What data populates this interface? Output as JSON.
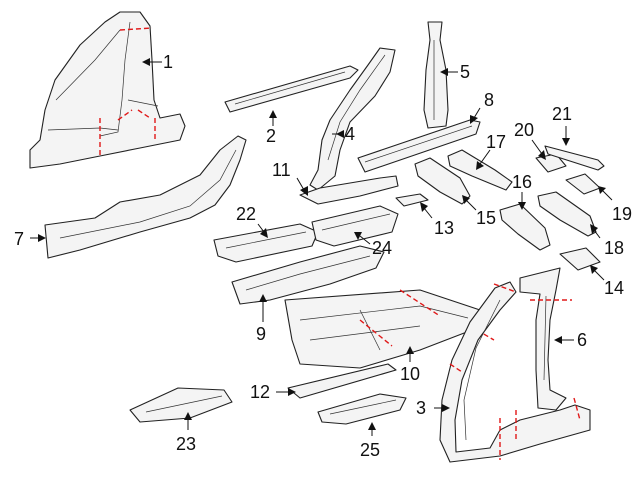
{
  "callouts": {
    "c1": "1",
    "c2": "2",
    "c3": "3",
    "c4": "4",
    "c5": "5",
    "c6": "6",
    "c7": "7",
    "c8": "8",
    "c9": "9",
    "c10": "10",
    "c11": "11",
    "c12": "12",
    "c13": "13",
    "c14": "14",
    "c15": "15",
    "c16": "16",
    "c17": "17",
    "c18": "18",
    "c19": "19",
    "c20": "20",
    "c21": "21",
    "c22": "22",
    "c23": "23",
    "c24": "24",
    "c25": "25"
  },
  "colors": {
    "outline": "#222222",
    "cut_line": "#e01818",
    "part_fill": "#f4f4f4"
  }
}
